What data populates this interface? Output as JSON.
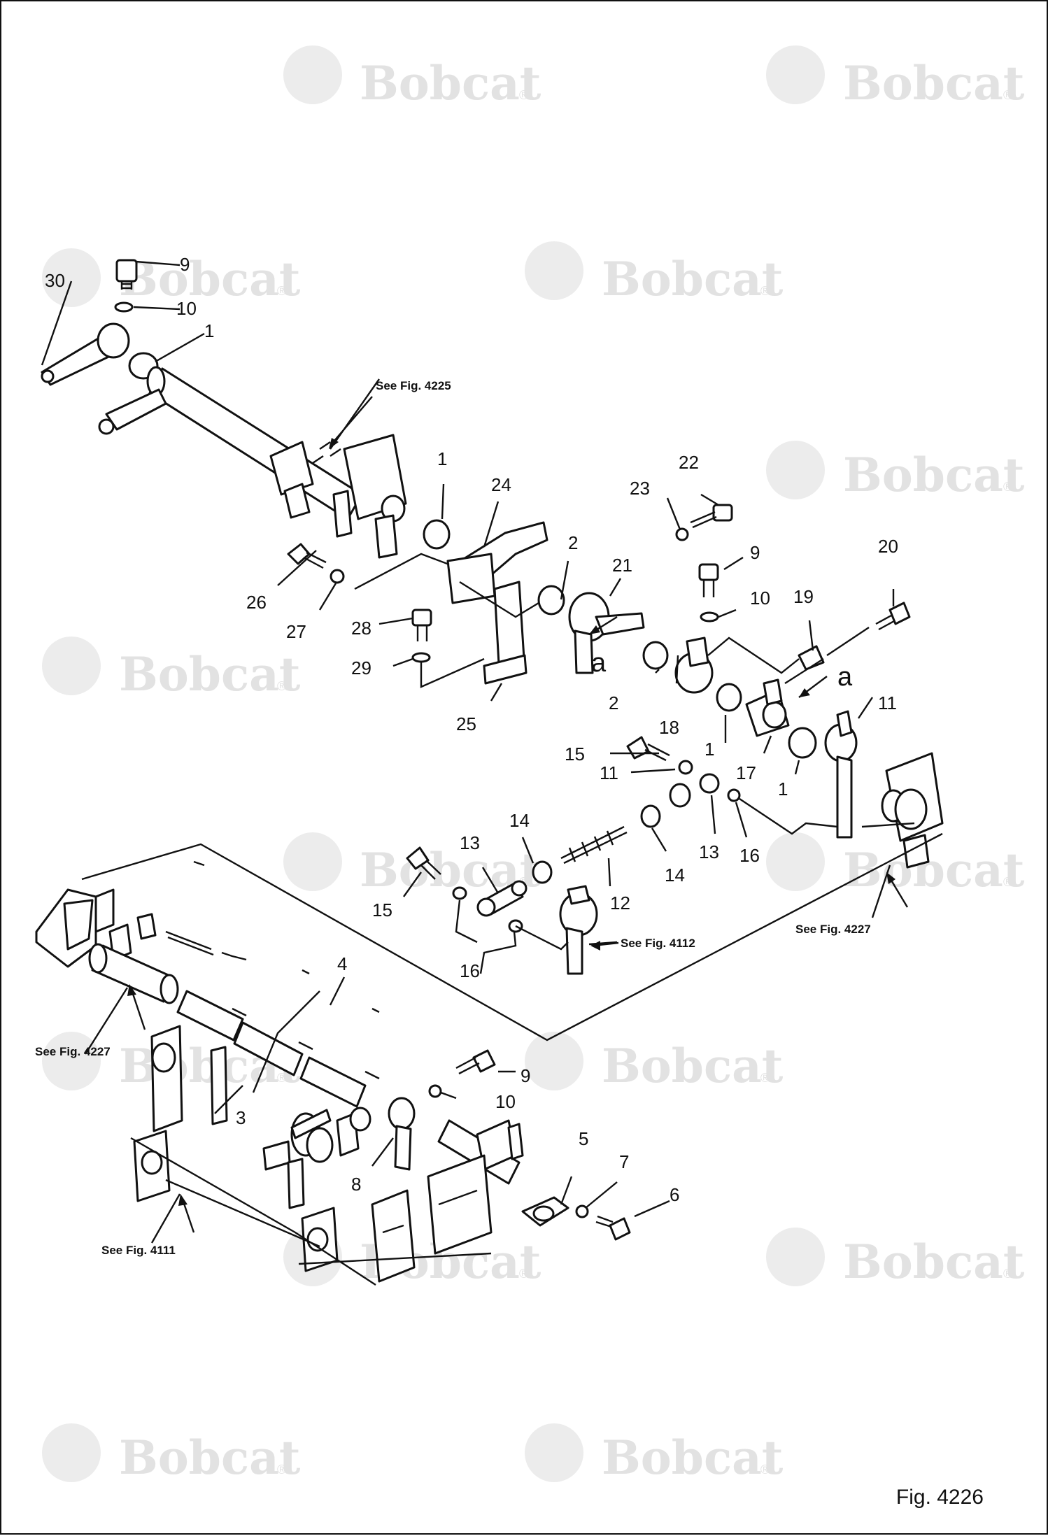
{
  "figure_label": "Fig. 4226",
  "watermark": "Bobcat",
  "reference_labels": {
    "fig_4225": "See Fig. 4225",
    "fig_4227_right": "See Fig. 4227",
    "fig_4227_left": "See Fig. 4227",
    "fig_4112": "See Fig. 4112",
    "fig_4111": "See Fig. 4111"
  },
  "section_markers": {
    "a1": "a",
    "a2": "a"
  },
  "callouts": {
    "c30": "30",
    "c9_top": "9",
    "c10_top": "10",
    "c1_top": "1",
    "c1_mid": "1",
    "c24": "24",
    "c26": "26",
    "c27": "27",
    "c28": "28",
    "c29": "29",
    "c25": "25",
    "c2_a": "2",
    "c21": "21",
    "c23": "23",
    "c22": "22",
    "c9_mid": "9",
    "c10_mid": "10",
    "c19": "19",
    "c20": "20",
    "c2_b": "2",
    "c18": "18",
    "c1_c": "1",
    "c17": "17",
    "c1_d": "1",
    "c11_r": "11",
    "c15_a": "15",
    "c11_l": "11",
    "c13_a": "13",
    "c16_a": "16",
    "c14_a": "14",
    "c14_b": "14",
    "c13_b": "13",
    "c12": "12",
    "c15_b": "15",
    "c16_b": "16",
    "c4": "4",
    "c3": "3",
    "c9_low": "9",
    "c10_low": "10",
    "c8": "8",
    "c5": "5",
    "c7": "7",
    "c6": "6"
  }
}
